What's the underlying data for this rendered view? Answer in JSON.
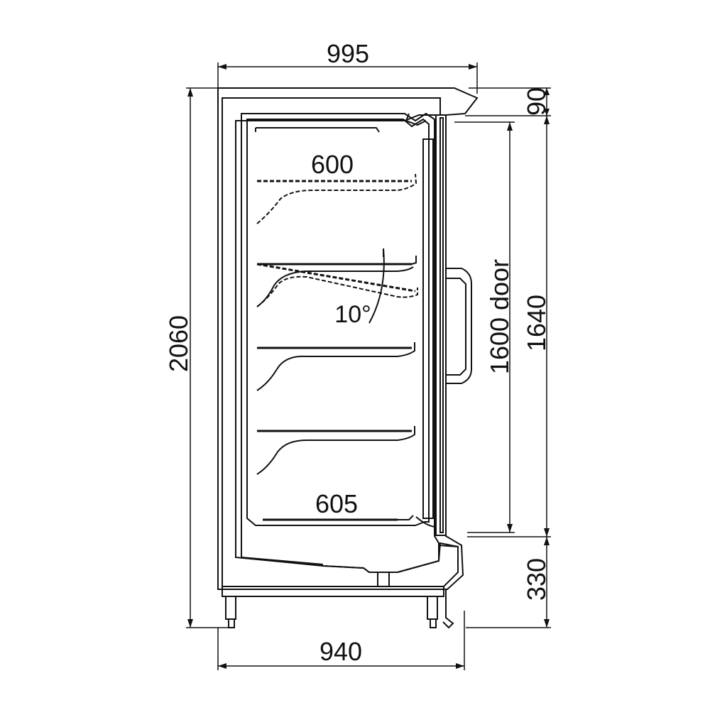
{
  "drawing": {
    "dimensions": {
      "top_width": "995",
      "bottom_width": "940",
      "total_height": "2060",
      "top_cap_height": "90",
      "door_height": "1600 door",
      "opening_height": "1640",
      "base_height": "330"
    },
    "shelf_labels": {
      "top_shelf_depth": "600",
      "bottom_shelf_depth": "605",
      "shelf_angle": "10°"
    },
    "colors": {
      "cabinet_fill": "#e6fbfb",
      "line": "#111111"
    }
  }
}
